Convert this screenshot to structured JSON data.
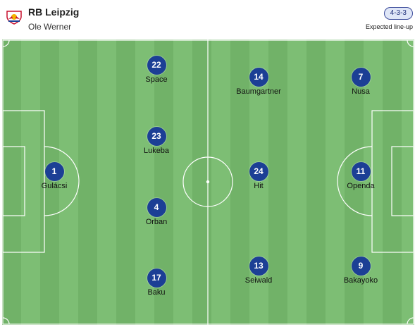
{
  "team": {
    "name": "RB Leipzig",
    "coach": "Ole Werner",
    "formation": "4-3-3",
    "lineup_type": "Expected line-up"
  },
  "players": [
    {
      "number": "1",
      "name": "Gulácsi"
    },
    {
      "number": "22",
      "name": "Space"
    },
    {
      "number": "23",
      "name": "Lukeba"
    },
    {
      "number": "4",
      "name": "Orban"
    },
    {
      "number": "17",
      "name": "Baku"
    },
    {
      "number": "14",
      "name": "Baumgartner"
    },
    {
      "number": "24",
      "name": "Hit"
    },
    {
      "number": "13",
      "name": "Seiwald"
    },
    {
      "number": "7",
      "name": "Nusa"
    },
    {
      "number": "11",
      "name": "Openda"
    },
    {
      "number": "9",
      "name": "Bakayoko"
    }
  ],
  "colors": {
    "pitch_light": "#7dbe74",
    "pitch_dark": "#71b268",
    "player_disc": "#1c3f95"
  }
}
